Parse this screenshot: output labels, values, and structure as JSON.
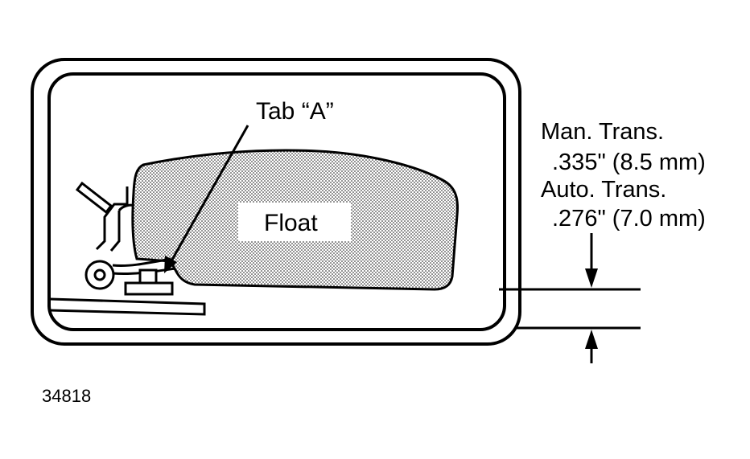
{
  "labels": {
    "tab": "Tab “A”",
    "float": "Float",
    "man_trans": "Man. Trans.",
    "man_value": ".335\" (8.5 mm)",
    "auto_trans": "Auto. Trans.",
    "auto_value": ".276\" (7.0 mm)",
    "figure_number": "34818"
  },
  "colors": {
    "ink": "#000000",
    "background": "#ffffff"
  }
}
